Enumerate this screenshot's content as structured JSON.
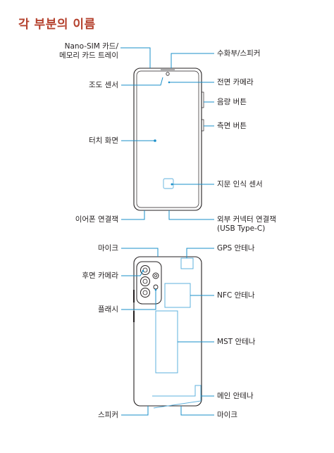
{
  "title": "각 부분의 이름",
  "front_labels": {
    "sim_tray_line1": "Nano-SIM 카드/",
    "sim_tray_line2": "메모리 카드 트레이",
    "receiver_speaker": "수화부/스피커",
    "light_sensor": "조도 센서",
    "front_camera": "전면 카메라",
    "volume_button": "음량 버튼",
    "side_button": "측면 버튼",
    "touch_screen": "터치 화면",
    "fingerprint_sensor": "지문 인식 센서",
    "earphone_jack": "이어폰 연결잭",
    "connector_line1": "외부 커넥터 연결잭",
    "connector_line2": "(USB Type-C)"
  },
  "back_labels": {
    "mic_top": "마이크",
    "gps_antenna": "GPS 안테나",
    "rear_camera": "후면 카메라",
    "nfc_antenna": "NFC 안테나",
    "flash": "플래시",
    "mst_antenna": "MST 안테나",
    "main_antenna": "메인 안테나",
    "speaker": "스피커",
    "mic_bottom": "마이크"
  },
  "colors": {
    "title": "#b4402c",
    "leader_line": "#1a8fc9",
    "antenna_outline": "#5eb0dc",
    "device_outline": "#231f20"
  }
}
